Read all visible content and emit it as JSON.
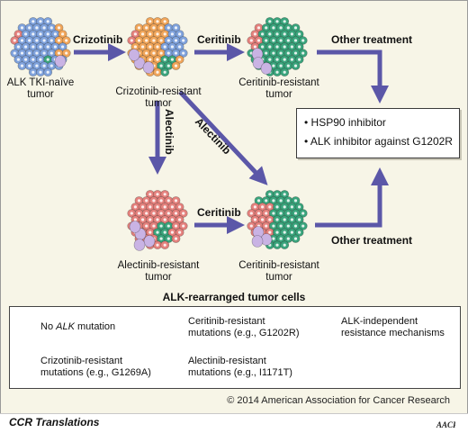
{
  "tumors": {
    "naive": [
      "ALK TKI-naïve",
      "tumor"
    ],
    "criz_resistant": [
      "Crizotinib-resistant",
      "tumor"
    ],
    "cer_resistant_top": [
      "Ceritinib-resistant",
      "tumor"
    ],
    "alec_resistant": [
      "Alectinib-resistant",
      "tumor"
    ],
    "cer_resistant_bottom": [
      "Ceritinib-resistant",
      "tumor"
    ]
  },
  "drugs": {
    "crizotinib": "Crizotinib",
    "ceritinib_top": "Ceritinib",
    "other_treatment_top": "Other treatment",
    "alectinib_vertical": "Alectinib",
    "alectinib_diagonal": "Alectinib",
    "ceritinib_bottom": "Ceritinib",
    "other_treatment_bottom": "Other treatment"
  },
  "treatment_box": {
    "items": [
      "HSP90 inhibitor",
      "ALK inhibitor against G1202R"
    ]
  },
  "section_title": "ALK-rearranged tumor cells",
  "legend": {
    "no_mutation": {
      "prefix": "No ",
      "gene": "ALK",
      "suffix": " mutation"
    },
    "ceritinib": [
      "Ceritinib-resistant",
      "mutations (e.g., G1202R)"
    ],
    "alk_independent": [
      "ALK-independent",
      "resistance mechanisms"
    ],
    "crizotinib": [
      "Crizotinib-resistant",
      "mutations (e.g., G1269A)"
    ],
    "alectinib": [
      "Alectinib-resistant",
      "mutations (e.g., I1171T)"
    ]
  },
  "colors": {
    "blue": "#7fa2dc",
    "orange": "#f0a55a",
    "green": "#3aa47c",
    "red": "#e4817d",
    "purple": "#c9b3e4",
    "arrow": "#5b57a8",
    "background": "#f7f5e7"
  },
  "copyright": "© 2014 American Association for Cancer Research",
  "journal": "CCR Translations",
  "logo_text": "AACR"
}
